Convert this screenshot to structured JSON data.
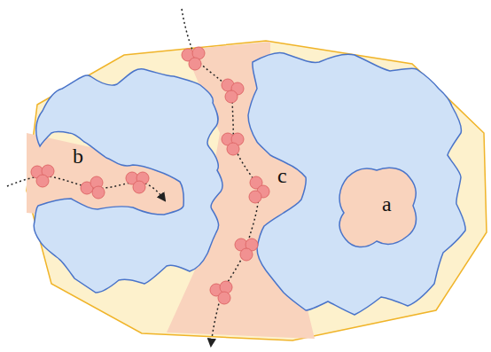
{
  "diagram": {
    "labels": [
      "b",
      "c",
      "a"
    ]
  }
}
